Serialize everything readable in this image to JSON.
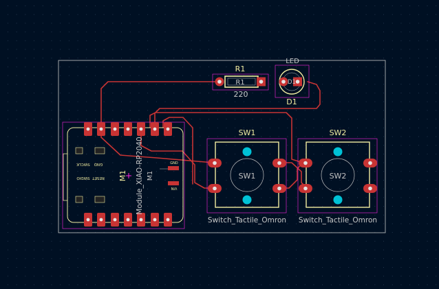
{
  "board": {
    "colors": {
      "background": "#001023",
      "grid": "#2a3f58",
      "edge_cuts": "#c8c8c8",
      "copper": "#c83434",
      "copper_dark": "#8e1c1c",
      "silk": "#f2eda1",
      "courtyard": "#ff26e2",
      "fab": "#c2c2c2",
      "npth": "#00c2d6",
      "drill": "#e6e6e6",
      "anchor": "#ff26e2"
    }
  },
  "footprints": {
    "r1": {
      "ref": "R1",
      "value": "220"
    },
    "d1": {
      "ref": "D1",
      "value": "LED",
      "pad_label": "D1"
    },
    "sw1": {
      "ref": "SW1",
      "value": "Switch_Tactile_Omron",
      "fab_ref": "SW1"
    },
    "sw2": {
      "ref": "SW2",
      "value": "Switch_Tactile_Omron",
      "fab_ref": "SW2"
    },
    "m1": {
      "ref": "M1",
      "value": "Module_XIAO-RP2040",
      "fab_ref": "M1",
      "labels": {
        "swclk": "SWCLK",
        "gnd_left": "GND",
        "reset": "RESET",
        "swdio": "SWDIO",
        "gnd_right": "GND",
        "vin": "VIN"
      }
    }
  }
}
